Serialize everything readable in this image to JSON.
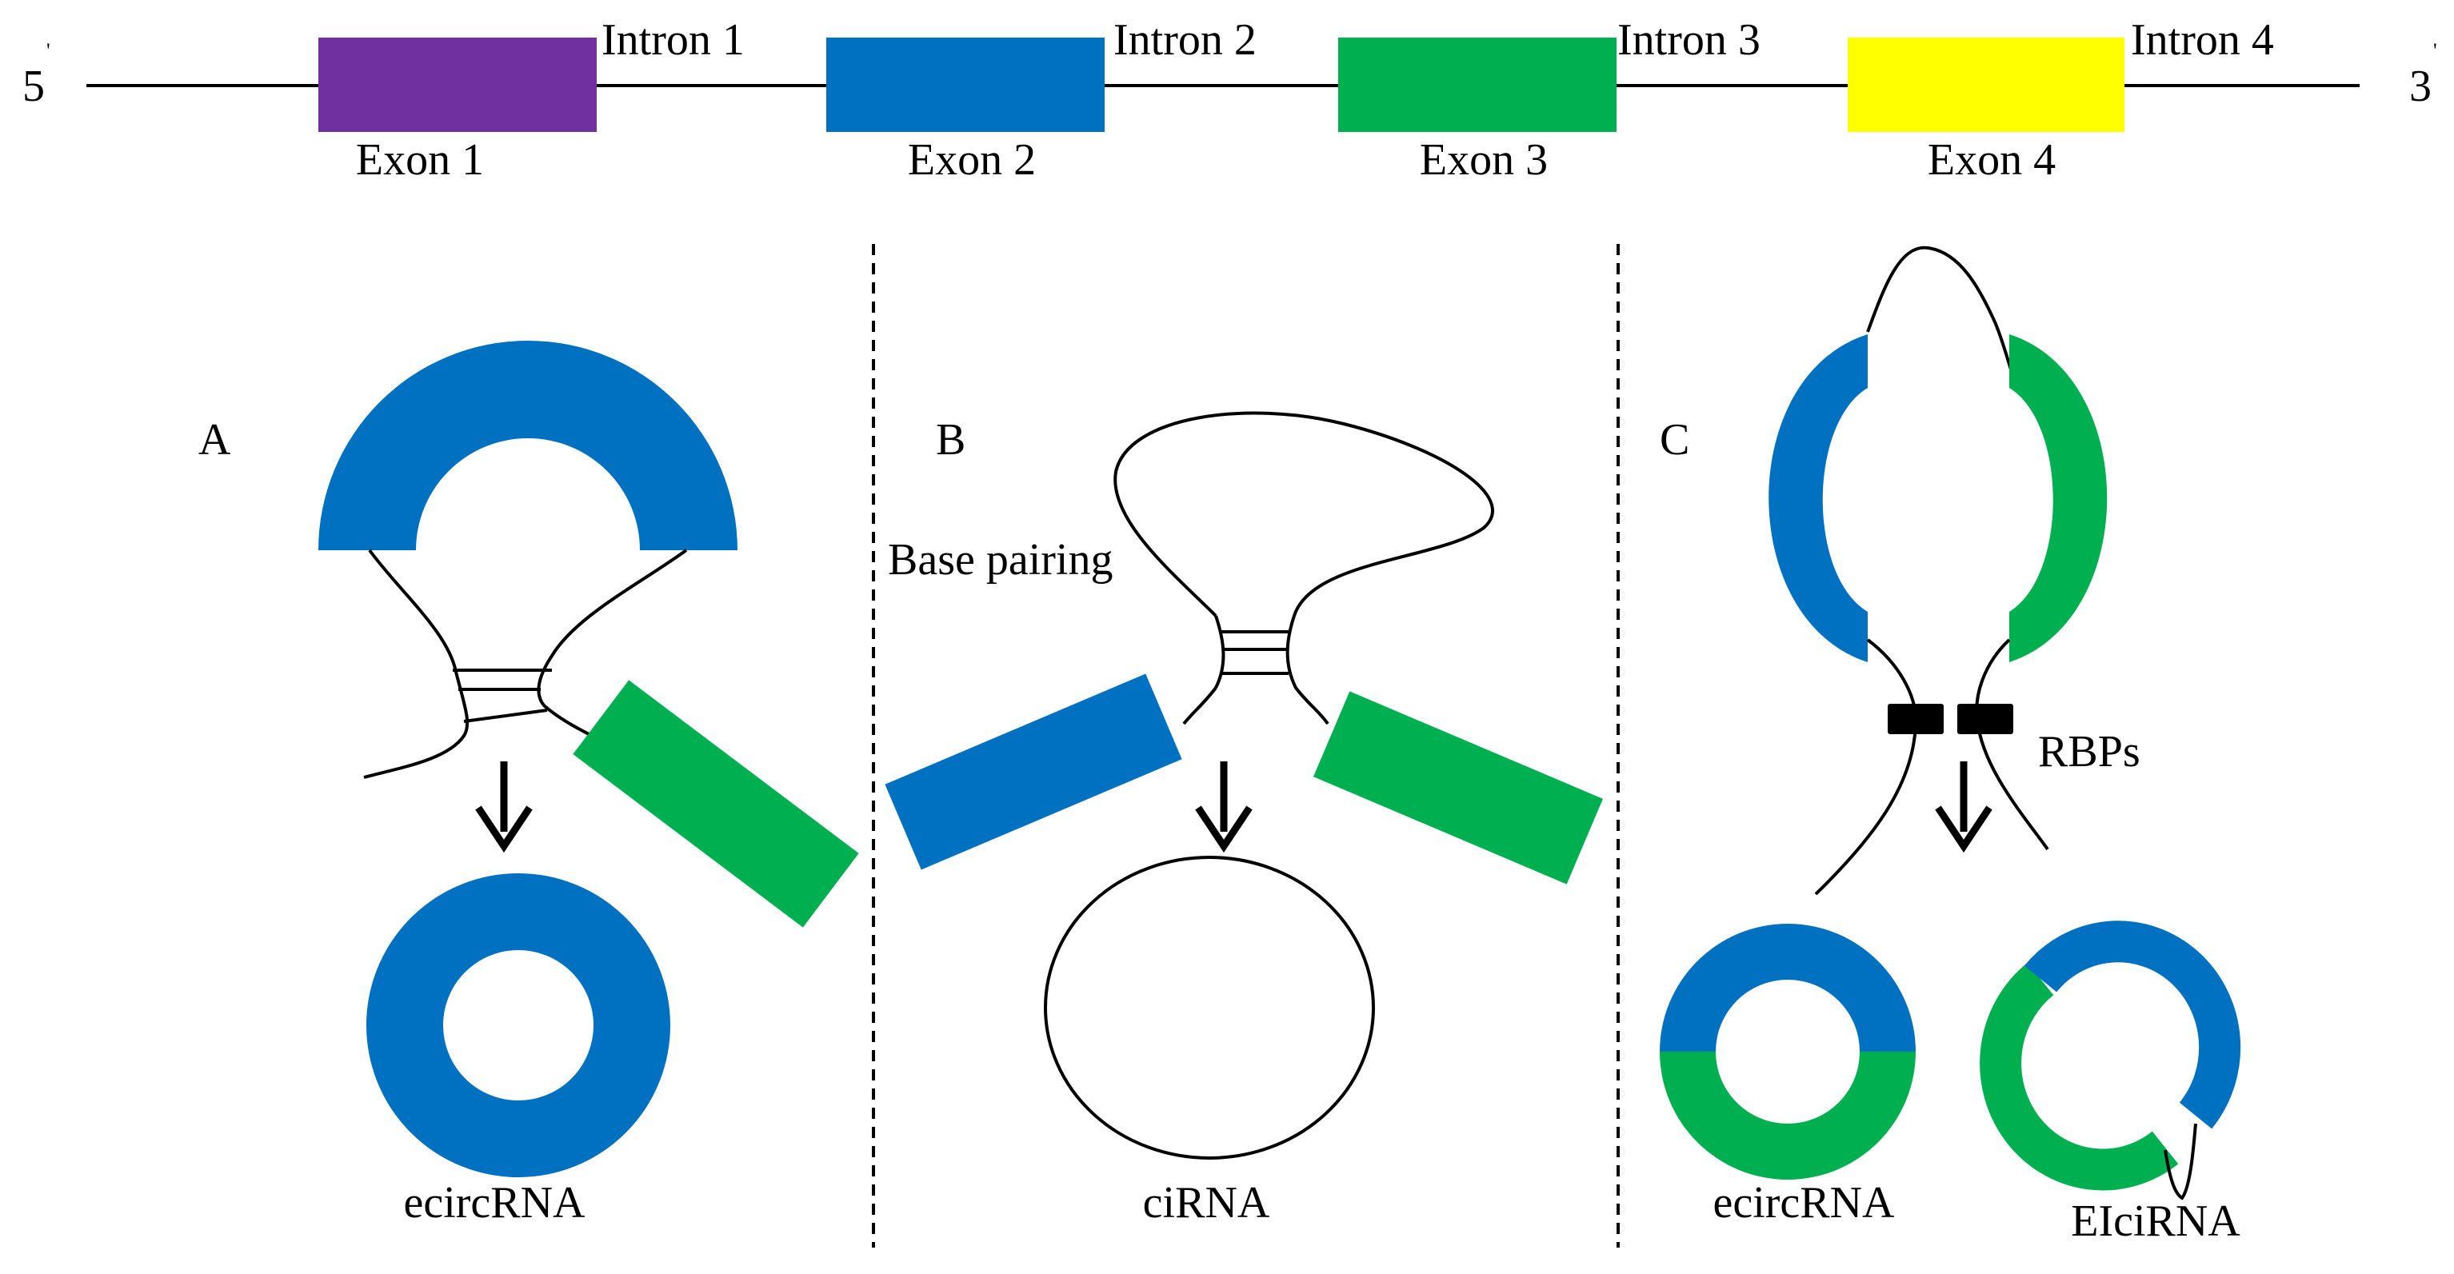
{
  "gene": {
    "five_prime": "5",
    "three_prime": "3",
    "prime_mark": "'",
    "exons": [
      {
        "label": "Exon 1",
        "color": "#7030A0"
      },
      {
        "label": "Exon 2",
        "color": "#0070C0"
      },
      {
        "label": "Exon 3",
        "color": "#00B050"
      },
      {
        "label": "Exon 4",
        "color": "#FFFF00"
      }
    ],
    "introns": [
      "Intron 1",
      "Intron 2",
      "Intron 3",
      "Intron 4"
    ]
  },
  "panels": {
    "a": {
      "letter": "A",
      "product": "ecircRNA"
    },
    "b": {
      "letter": "B",
      "annotation": "Base pairing",
      "product": "ciRNA"
    },
    "c": {
      "letter": "C",
      "annotation": "RBPs",
      "product_1": "ecircRNA",
      "product_2": "EIciRNA"
    }
  },
  "colors": {
    "blue": "#0070C0",
    "green": "#00B050",
    "purple": "#7030A0",
    "yellow": "#FFFF00",
    "line": "#000000"
  }
}
